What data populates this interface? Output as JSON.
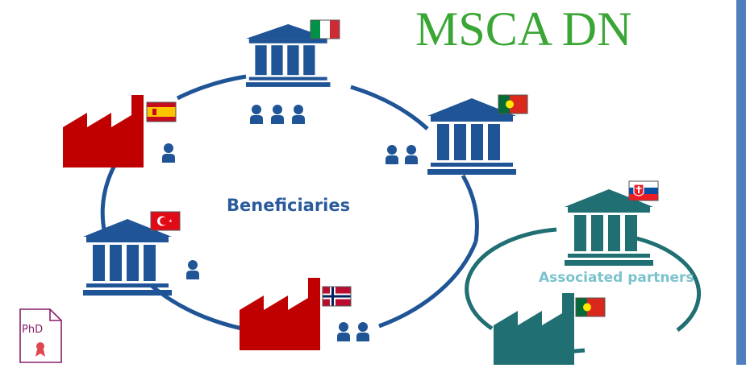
{
  "title": "MSCA DN",
  "center_label": "Beneficiaries",
  "partner_label": "Associated partners",
  "document_badge": "PhD",
  "colors": {
    "title": "#3aa635",
    "beneficiary_blue": "#1f5496",
    "industry_red": "#c00000",
    "partner_teal": "#1f6f73",
    "label_blue": "#2b5b9c",
    "label_teal": "#7ac3cc",
    "sidebar": "#4f7fbe",
    "document": "#8a1d6a"
  },
  "nodes": [
    {
      "kind": "university",
      "group": "beneficiary",
      "country": "Italy",
      "flag_icon": "flag-italy-icon",
      "people": 3
    },
    {
      "kind": "university",
      "group": "beneficiary",
      "country": "Portugal",
      "flag_icon": "flag-portugal-icon",
      "people": 2
    },
    {
      "kind": "industry",
      "group": "beneficiary",
      "country": "Norway",
      "flag_icon": "flag-norway-icon",
      "people": 2
    },
    {
      "kind": "university",
      "group": "beneficiary",
      "country": "Turkey",
      "flag_icon": "flag-turkey-icon",
      "people": 1
    },
    {
      "kind": "industry",
      "group": "beneficiary",
      "country": "Spain",
      "flag_icon": "flag-spain-icon",
      "people": 1
    },
    {
      "kind": "university",
      "group": "associated",
      "country": "Slovakia",
      "flag_icon": "flag-slovakia-icon",
      "people": 0
    },
    {
      "kind": "industry",
      "group": "associated",
      "country": "Portugal",
      "flag_icon": "flag-portugal-icon",
      "people": 0
    }
  ]
}
